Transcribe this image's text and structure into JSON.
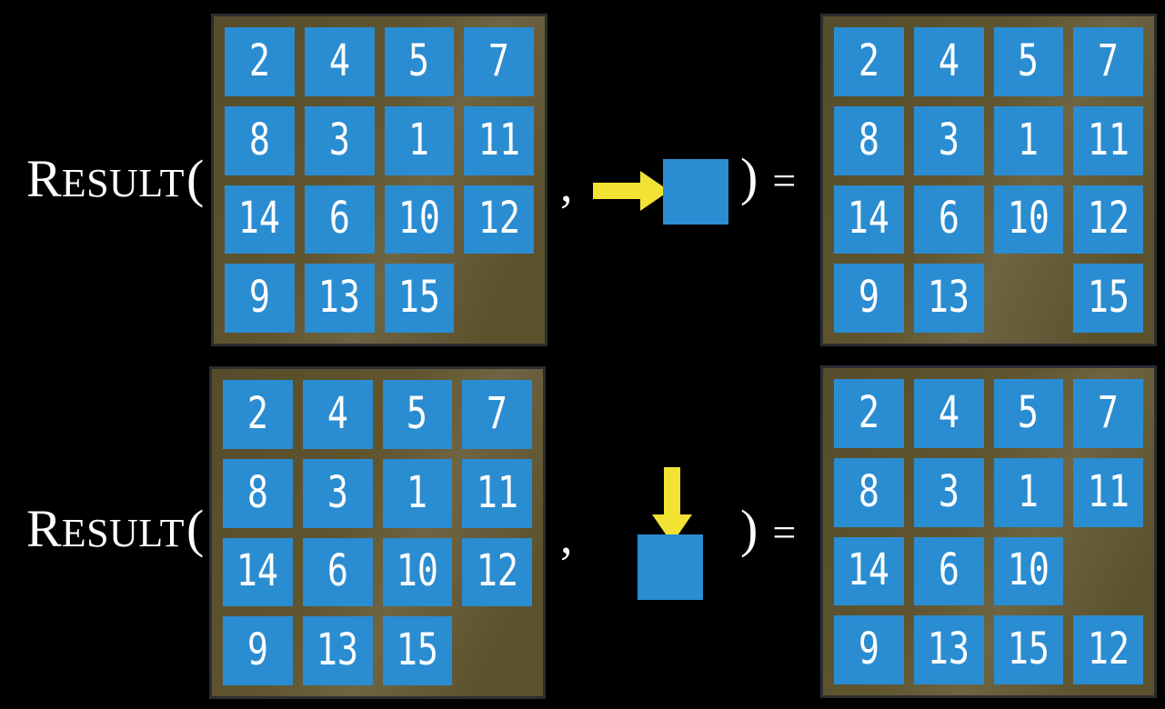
{
  "colors": {
    "background": "#000000",
    "board_bg": "#60552f",
    "board_border": "#2a2e33",
    "tile_blue": "#2a8cd1",
    "tile_number": "#ffffff",
    "arrow_yellow": "#f2e234",
    "equation_text": "#ffffff"
  },
  "function_text": {
    "initial": "R",
    "rest": "ESULT",
    "open_paren": "(",
    "comma": ",",
    "close_paren": ")",
    "equals": "="
  },
  "rows": [
    {
      "move": "right",
      "move_icon": "arrow-right-icon",
      "input_grid": [
        [
          "2",
          "4",
          "5",
          "7"
        ],
        [
          "8",
          "3",
          "1",
          "11"
        ],
        [
          "14",
          "6",
          "10",
          "12"
        ],
        [
          "9",
          "13",
          "15",
          ""
        ]
      ],
      "output_grid": [
        [
          "2",
          "4",
          "5",
          "7"
        ],
        [
          "8",
          "3",
          "1",
          "11"
        ],
        [
          "14",
          "6",
          "10",
          "12"
        ],
        [
          "9",
          "13",
          "",
          "15"
        ]
      ]
    },
    {
      "move": "down",
      "move_icon": "arrow-down-icon",
      "input_grid": [
        [
          "2",
          "4",
          "5",
          "7"
        ],
        [
          "8",
          "3",
          "1",
          "11"
        ],
        [
          "14",
          "6",
          "10",
          "12"
        ],
        [
          "9",
          "13",
          "15",
          ""
        ]
      ],
      "output_grid": [
        [
          "2",
          "4",
          "5",
          "7"
        ],
        [
          "8",
          "3",
          "1",
          "11"
        ],
        [
          "14",
          "6",
          "10",
          ""
        ],
        [
          "9",
          "13",
          "15",
          "12"
        ]
      ]
    }
  ]
}
